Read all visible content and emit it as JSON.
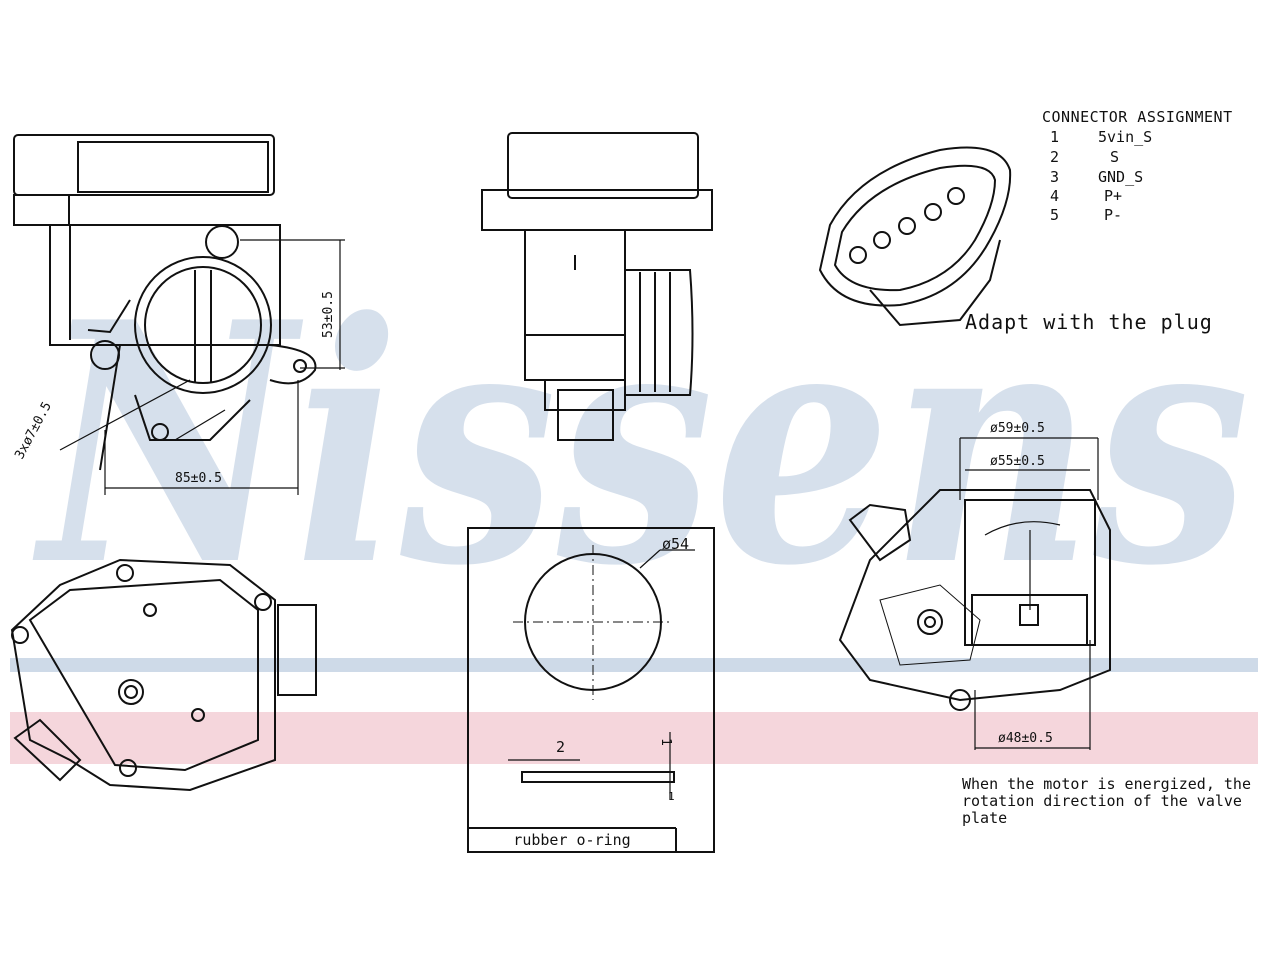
{
  "watermark": {
    "brand": "Nissens"
  },
  "connector": {
    "title": "CONNECTOR ASSIGNMENT",
    "pins": [
      {
        "num": "1",
        "signal": "5vin_S"
      },
      {
        "num": "2",
        "signal": "S"
      },
      {
        "num": "3",
        "signal": "GND_S"
      },
      {
        "num": "4",
        "signal": "P+"
      },
      {
        "num": "5",
        "signal": "P-"
      }
    ],
    "plug_note": "Adapt with the plug"
  },
  "dimensions": {
    "height_53": "53±0.5",
    "width_85": "85±0.5",
    "holes": "3xø7±0.5",
    "dia_59": "ø59±0.5",
    "dia_55": "ø55±0.5",
    "dia_48": "ø48±0.5",
    "dia_54": "ø54",
    "thickness_2": "2",
    "thickness_1": "1"
  },
  "oring": {
    "label": "rubber o-ring"
  },
  "motor_note": "When the motor is energized, the rotation direction of the valve plate",
  "colors": {
    "watermark_blue": "#c9d6e6",
    "watermark_pink": "#f3cfd6",
    "line": "#111111"
  }
}
